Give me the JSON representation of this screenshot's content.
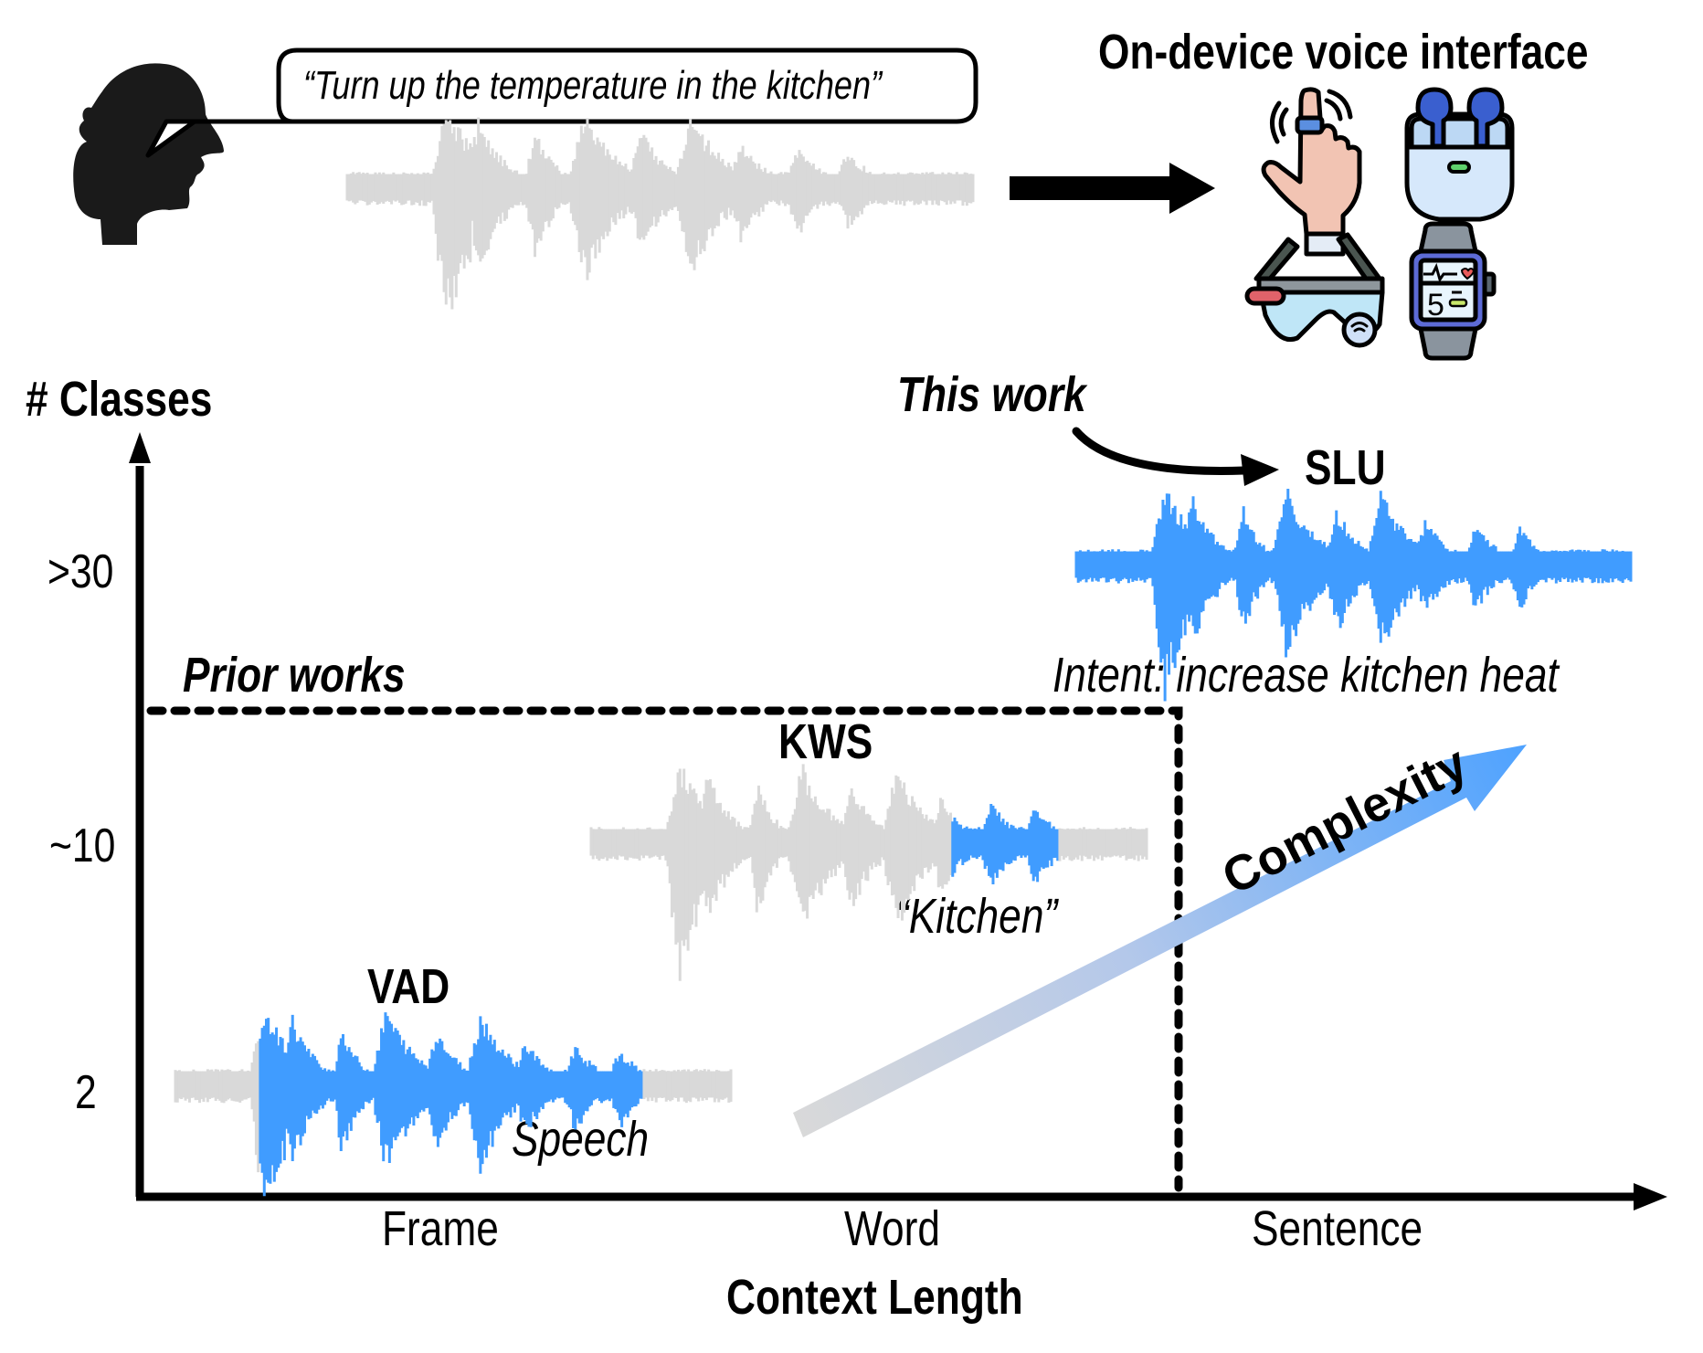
{
  "speaker": {
    "utterance": "“Turn up the temperature in the kitchen”",
    "icon": "person-head-silhouette-icon"
  },
  "device_panel": {
    "title": "On-device voice interface",
    "devices": [
      {
        "name": "smart-ring",
        "icon": "smart-ring-hand-icon"
      },
      {
        "name": "earbuds",
        "icon": "earbuds-case-icon"
      },
      {
        "name": "smart-glasses",
        "icon": "smart-glasses-icon"
      },
      {
        "name": "smartwatch",
        "icon": "smartwatch-icon",
        "display_digit": "5"
      }
    ]
  },
  "colors": {
    "highlight_blue": "#409cff",
    "waveform_gray": "#d9d9d9",
    "axis_black": "#000000",
    "ring_blue": "#5b8fe0",
    "earbud_blue": "#3a5fcf",
    "skin": "#f2c4b3",
    "case_light": "#d6e8fb",
    "watch_band": "#8a949e",
    "watch_frame": "#5d6bd6",
    "heart_red": "#e85a5a",
    "glasses_lens": "#bfe6f7",
    "glasses_tag": "#e0626a",
    "led_green": "#5fd16d",
    "led_yellow": "#c7e86a"
  },
  "chart_data": {
    "type": "scatter",
    "title": "",
    "xlabel": "Context Length",
    "ylabel": "# Classes",
    "x_categories": [
      "Frame",
      "Word",
      "Sentence"
    ],
    "y_ticks": [
      ">30",
      "~10",
      "2"
    ],
    "grid": false,
    "regions": [
      {
        "label": "Prior works",
        "style": "dashed",
        "covers_x": [
          "Frame",
          "Word"
        ],
        "covers_y": [
          "2",
          "~10"
        ]
      },
      {
        "label": "This work",
        "points_to": "SLU"
      }
    ],
    "points": [
      {
        "task": "VAD",
        "x": "Frame",
        "y": "2",
        "annotation": "Speech",
        "highlight": "speech segment"
      },
      {
        "task": "KWS",
        "x": "Word",
        "y": "~10",
        "annotation": "“Kitchen”",
        "highlight": "keyword segment"
      },
      {
        "task": "SLU",
        "x": "Sentence",
        "y": ">30",
        "annotation": "Intent: increase kitchen heat",
        "highlight": "full utterance"
      }
    ],
    "trend_arrow": {
      "label": "Complexity",
      "direction": "increasing toward Sentence / >30"
    }
  }
}
